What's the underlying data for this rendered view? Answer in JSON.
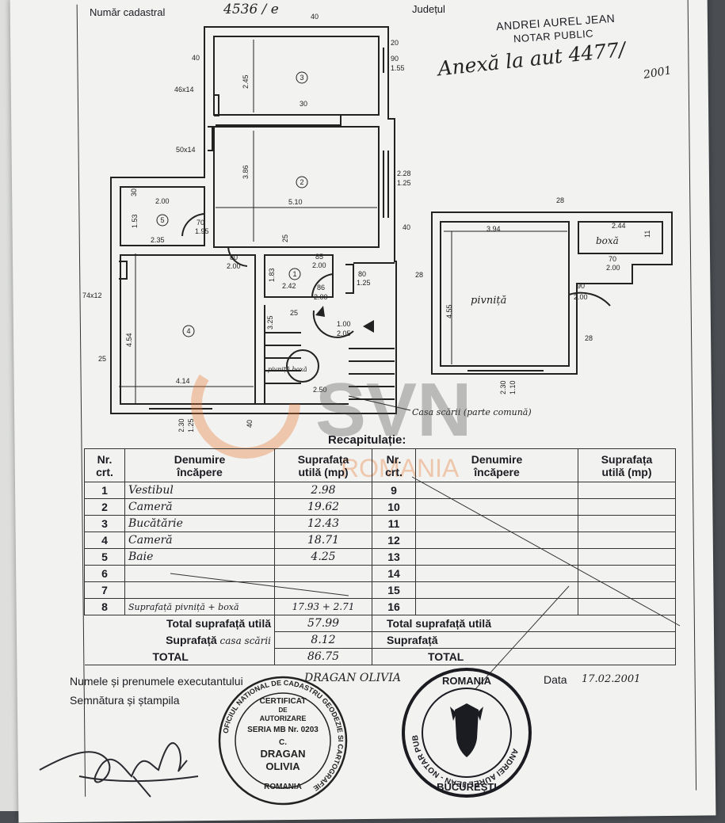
{
  "header": {
    "cadastral_label": "Număr cadastral",
    "cadastral_value": "4536 / e",
    "county_label": "Județul",
    "notary_name": "ANDREI AUREL JEAN",
    "notary_title": "NOTAR PUBLIC",
    "annex_note": "Anexă la aut 4477/",
    "annex_year": "2001"
  },
  "plan": {
    "rooms": [
      {
        "id": "3",
        "label": "3"
      },
      {
        "id": "2",
        "label": "2"
      },
      {
        "id": "5",
        "label": "5"
      },
      {
        "id": "1",
        "label": "1"
      },
      {
        "id": "4",
        "label": "4"
      }
    ],
    "basement_label": "pivniță",
    "storage_label": "boxă",
    "stair_storage_label": "pivniță boxă",
    "stair_label": "Casa scării (parte comună)",
    "dims": {
      "d40_top": "40",
      "d40_left": "40",
      "d245": "2.45",
      "d30": "30",
      "d20": "20",
      "d90_155": "90",
      "d155": "1.55",
      "d46x14": "46x14",
      "d50x14": "50x14",
      "d386": "3.86",
      "d228": "2.28",
      "d125a": "1.25",
      "d510": "5.10",
      "d200": "2.00",
      "d30b": "30",
      "d153": "1.53",
      "d70": "70",
      "d195": "1.95",
      "d235": "2.35",
      "d40r": "40",
      "d25": "25",
      "d80": "80",
      "d200b": "2.00",
      "d85": "85",
      "d200c": "2.00",
      "d80b": "80",
      "d125b": "1.25",
      "d74x12": "74x12",
      "d183": "1.83",
      "d242": "2.42",
      "d86": "86",
      "d200d": "2.00",
      "d454": "4.54",
      "d325": "3.25",
      "d25b": "25",
      "d100": "1.00",
      "d205": "2.05",
      "d25c": "25",
      "d414": "4.14",
      "d250": "2.50",
      "d230": "2.30",
      "d125c": "1.25",
      "d40b": "40",
      "d28": "28",
      "d394": "3.94",
      "d244": "2.44",
      "d11": "11",
      "d28b": "28",
      "d70b": "70",
      "d200e": "2.00",
      "d90": "90",
      "d200f": "2.00",
      "d455": "4.55",
      "d28c": "28",
      "d230b": "2.30",
      "d110": "1.10"
    }
  },
  "recap": {
    "title": "Recapitulație:",
    "headers": {
      "nr": "Nr.",
      "crt": "crt.",
      "name1": "Denumire",
      "name2": "încăpere",
      "area1": "Suprafața",
      "area2": "utilă (mp)"
    },
    "left_rows": [
      {
        "nr": "1",
        "name": "Vestibul",
        "area": "2.98"
      },
      {
        "nr": "2",
        "name": "Cameră",
        "area": "19.62"
      },
      {
        "nr": "3",
        "name": "Bucătărie",
        "area": "12.43"
      },
      {
        "nr": "4",
        "name": "Cameră",
        "area": "18.71"
      },
      {
        "nr": "5",
        "name": "Baie",
        "area": "4.25"
      },
      {
        "nr": "6",
        "name": "",
        "area": ""
      },
      {
        "nr": "7",
        "name": "",
        "area": ""
      },
      {
        "nr": "8",
        "name": "Suprafață pivniță + boxă",
        "area": "17.93 + 2.71"
      }
    ],
    "right_rows": [
      "9",
      "10",
      "11",
      "12",
      "13",
      "14",
      "15",
      "16"
    ],
    "total_util_label": "Total suprafață utilă",
    "total_util_value": "57.99",
    "stair_area_label": "Suprafață",
    "stair_area_hand": "casa scării",
    "stair_area_value": "8.12",
    "total_label": "TOTAL",
    "total_value": "86.75",
    "right_total_util_label": "Total suprafață utilă",
    "right_surface_label": "Suprafață",
    "right_total_label": "TOTAL"
  },
  "footer": {
    "executor_label": "Numele și prenumele executantului",
    "executor_name": "DRAGAN OLIVIA",
    "date_label": "Data",
    "date_value": "17.02.2001",
    "sign_label": "Semnătura și ștampila"
  },
  "stamp_cert": {
    "ring": "OFICIUL NATIONAL DE CADASTRU GEODEZIE SI CARTOGRAFIE",
    "line1": "CERTIFICAT",
    "line2": "DE",
    "line3": "AUTORIZARE",
    "line4": "SERIA MB Nr. 0203",
    "line5": "C.",
    "line6": "DRAGAN",
    "line7": "OLIVIA",
    "line8": "ROMANIA"
  },
  "stamp_notary": {
    "top": "ROMANIA",
    "ring": "ANDREI AUREL JEAN - NOTAR PUBLIC",
    "bottom": "BUCUREȘTI"
  },
  "watermark": {
    "text1": "SVN",
    "text2": "ROMANIA"
  },
  "colors": {
    "ink": "#1b1b22",
    "paper": "#f2f2f0",
    "watermark": "#e8772e"
  }
}
